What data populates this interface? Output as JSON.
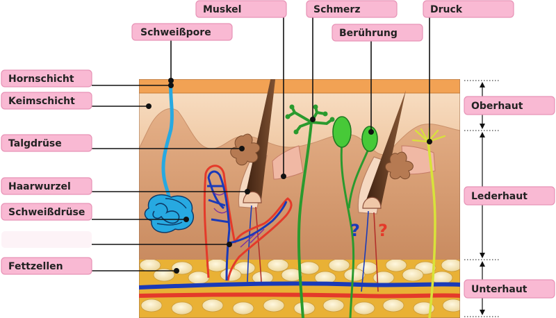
{
  "labels": {
    "hornschicht": "Hornschicht",
    "keimschicht": "Keimschicht",
    "talgdruese": "Talgdrüse",
    "haarwurzel": "Haarwurzel",
    "schweissdruese": "Schweißdrüse",
    "fettzellen": "Fettzellen",
    "schweisspore": "Schweißpore",
    "muskel": "Muskel",
    "schmerz": "Schmerz",
    "beruehrung": "Berührung",
    "druck": "Druck",
    "oberhaut": "Oberhaut",
    "lederhaut": "Lederhaut",
    "unterhaut": "Unterhaut"
  },
  "question_marks": {
    "blue": "?",
    "red": "?"
  },
  "colors": {
    "label_fill": "#f9b9d3",
    "stratum_corneum": "#f2a254",
    "epidermis": "#f3d3b4",
    "dermis": "#dca47a",
    "hypodermis": "#e9b135",
    "fat_cell": "#f5e6be",
    "artery": "#e43a2a",
    "vein": "#1a3ab8",
    "sweat_duct": "#27a9e1",
    "pain_nerve": "#2a9a2e",
    "touch_receptor": "#47c938",
    "pressure_nerve": "#d8e33a",
    "hair": "#5a3420"
  }
}
